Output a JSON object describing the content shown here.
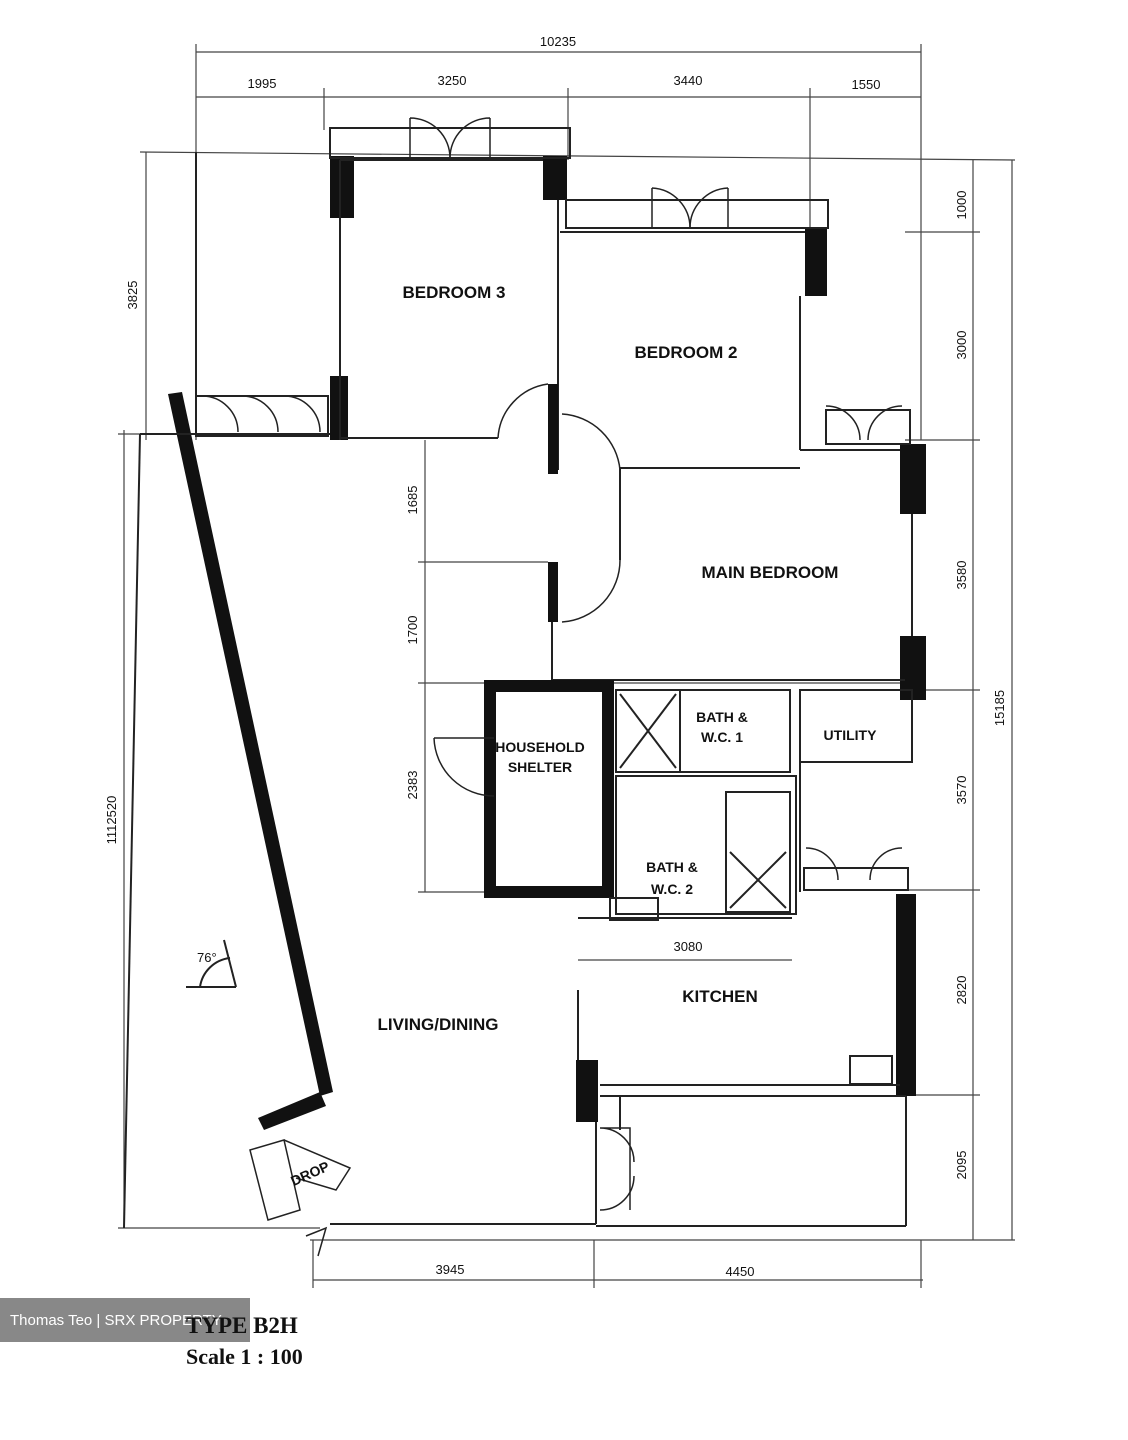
{
  "dimensions": {
    "top_overall": "10235",
    "top_segments": [
      "1995",
      "3250",
      "3440",
      "1550"
    ],
    "right": [
      "1000",
      "3000",
      "3580",
      "15185",
      "3570",
      "2820",
      "2095"
    ],
    "left": [
      "3825",
      "1112520"
    ],
    "interior": [
      "1685",
      "1700",
      "2383",
      "3080"
    ],
    "bottom": [
      "3945",
      "4450"
    ],
    "angle": "76°"
  },
  "rooms": {
    "bedroom3": "BEDROOM 3",
    "bedroom2": "BEDROOM 2",
    "main_bedroom": "MAIN BEDROOM",
    "bath1_line1": "BATH &",
    "bath1_line2": "W.C. 1",
    "household_shelter_line1": "HOUSEHOLD",
    "household_shelter_line2": "SHELTER",
    "bath2_line1": "BATH &",
    "bath2_line2": "W.C. 2",
    "kitchen": "KITCHEN",
    "living_dining": "LIVING/DINING",
    "utility": "UTILITY",
    "drop_off": "DROP"
  },
  "title": {
    "type": "TYPE B2H",
    "scale": "Scale  1 : 100"
  },
  "watermark": "Thomas Teo | SRX PROPERTY"
}
